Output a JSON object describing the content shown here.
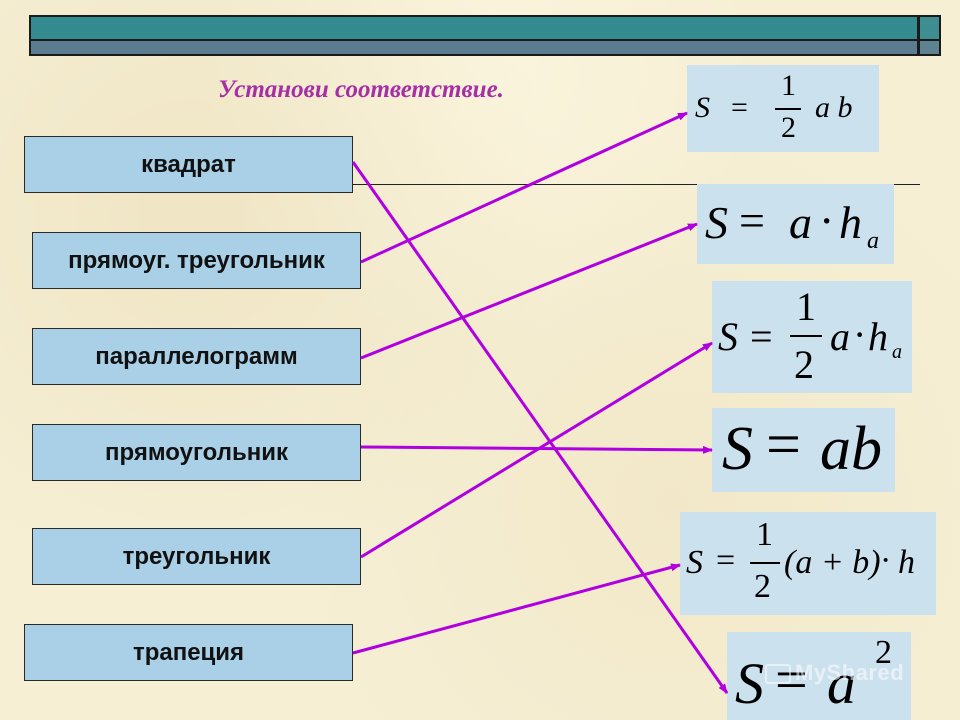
{
  "title": "Установи соответствие.",
  "shapes": [
    {
      "label": "квадрат"
    },
    {
      "label": "прямоуг. треугольник"
    },
    {
      "label": "параллелограмм"
    },
    {
      "label": "прямоугольник"
    },
    {
      "label": "треугольник"
    },
    {
      "label": "трапеция"
    }
  ],
  "formulas": [
    {
      "S": "S",
      "eq": "=",
      "num": "1",
      "den": "2",
      "rest": "a b"
    },
    {
      "S": "S",
      "eq": "=",
      "a": "a",
      "dot": "·",
      "h": "h",
      "sub": "a"
    },
    {
      "S": "S",
      "eq": "=",
      "num": "1",
      "den": "2",
      "a": "a",
      "dot": "·",
      "h": "h",
      "sub": "a"
    },
    {
      "S": "S",
      "eq": "=",
      "rest": "ab"
    },
    {
      "S": "S",
      "eq": "=",
      "num": "1",
      "den": "2",
      "rest": "(a + b)",
      "dot": "·",
      "h": "h"
    },
    {
      "S": "S",
      "eq": "=",
      "a": "a",
      "sup": "2"
    }
  ],
  "watermark": "MyShared",
  "colors": {
    "background": "#f6efd4",
    "box_fill": "#a9d0e6",
    "formula_fill": "#cbe1ee",
    "arrow": "#b000e0",
    "title": "#a62fa6",
    "bar_teal": "#338a8f"
  }
}
